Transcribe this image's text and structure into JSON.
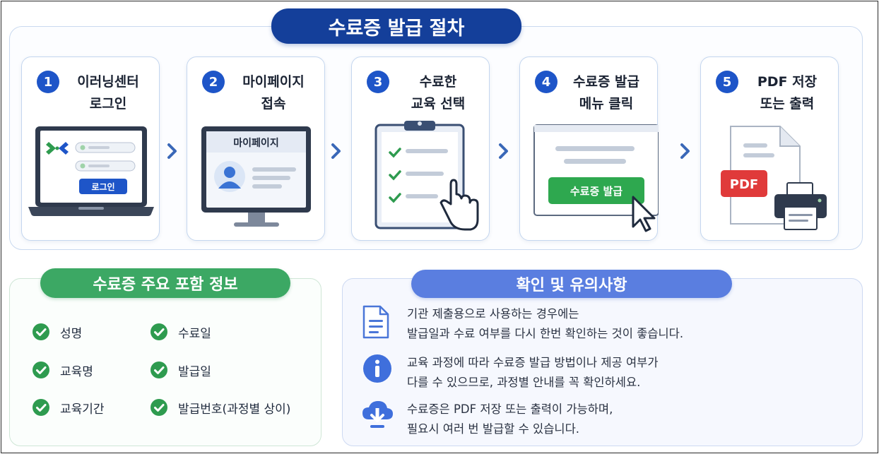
{
  "header": {
    "title": "수료증 발급 절차"
  },
  "steps": [
    {
      "number": "1",
      "line1": "이러닝센터",
      "line2": "로그인",
      "button_label": "로그인"
    },
    {
      "number": "2",
      "line1": "마이페이지",
      "line2": "접속",
      "screen_label": "마이페이지"
    },
    {
      "number": "3",
      "line1": "수료한",
      "line2": "교육 선택"
    },
    {
      "number": "4",
      "line1": "수료증 발급",
      "line2": "메뉴 클릭",
      "button_label": "수료증 발급"
    },
    {
      "number": "5",
      "line1": "PDF 저장",
      "line2": "또는 출력",
      "file_label": "PDF"
    }
  ],
  "info": {
    "title": "수료증 주요 포함 정보",
    "items": [
      "성명",
      "수료일",
      "교육명",
      "발급일",
      "교육기간",
      "발급번호(과정별 상이)"
    ]
  },
  "notes": {
    "title": "확인 및 유의사항",
    "items": [
      {
        "icon": "document-icon",
        "line1": "기관 제출용으로 사용하는 경우에는",
        "line2": "발급일과 수료 여부를 다시 한번 확인하는 것이 좋습니다."
      },
      {
        "icon": "info-icon",
        "line1": "교육 과정에 따라 수료증 발급 방법이나 제공 여부가",
        "line2": "다를 수 있으므로, 과정별 안내를 꼭 확인하세요."
      },
      {
        "icon": "cloud-download-icon",
        "line1": "수료증은 PDF 저장 또는 출력이 가능하며,",
        "line2": "필요시 여러 번 발급할 수 있습니다."
      }
    ]
  },
  "colors": {
    "primary": "#143f9a",
    "badge": "#1e55c8",
    "green": "#3ca864",
    "note_blue": "#5a7ee0",
    "pdf_red": "#e03a3a"
  }
}
